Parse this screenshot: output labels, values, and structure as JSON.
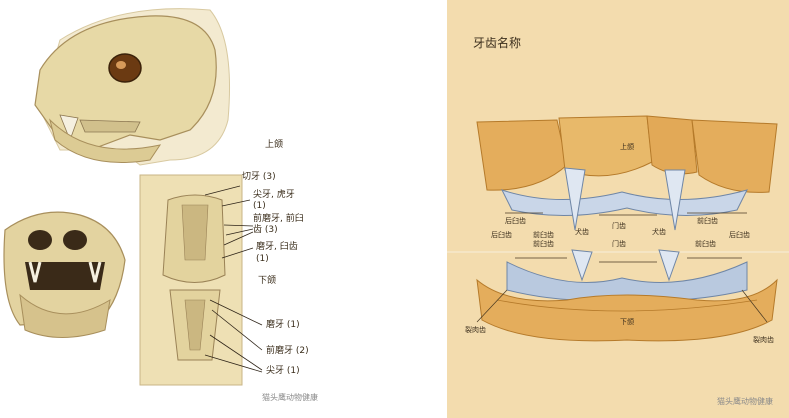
{
  "left": {
    "upper_jaw_label": "上颌",
    "lower_jaw_label": "下颌",
    "upper_labels": [
      "切牙 (3)",
      "尖牙, 虎牙",
      "(1)",
      "前磨牙, 前臼",
      "齿 (3)",
      "磨牙, 臼齿",
      "(1)"
    ],
    "lower_labels": [
      "磨牙 (1)",
      "前磨牙 (2)",
      "尖牙 (1)"
    ],
    "watermark": "猫头鹰动物健康"
  },
  "right": {
    "title": "牙齿名称",
    "upper_gum": "上颌",
    "lower_gum": "下颌",
    "labels_upper": [
      "后臼齿",
      "后臼齿",
      "前臼齿",
      "犬齿",
      "门齿",
      "犬齿",
      "前臼齿",
      "后臼齿"
    ],
    "labels_lower": [
      "前臼齿",
      "门齿",
      "前臼齿"
    ],
    "carnassial_left": "裂肉齿",
    "carnassial_right": "裂肉齿",
    "watermark": "猫头鹰动物健康"
  },
  "colors": {
    "bone": "#e7d9a6",
    "gum": "#e4ad5c",
    "tooth": "#c9d6e8",
    "panel": "#f3dcae"
  }
}
